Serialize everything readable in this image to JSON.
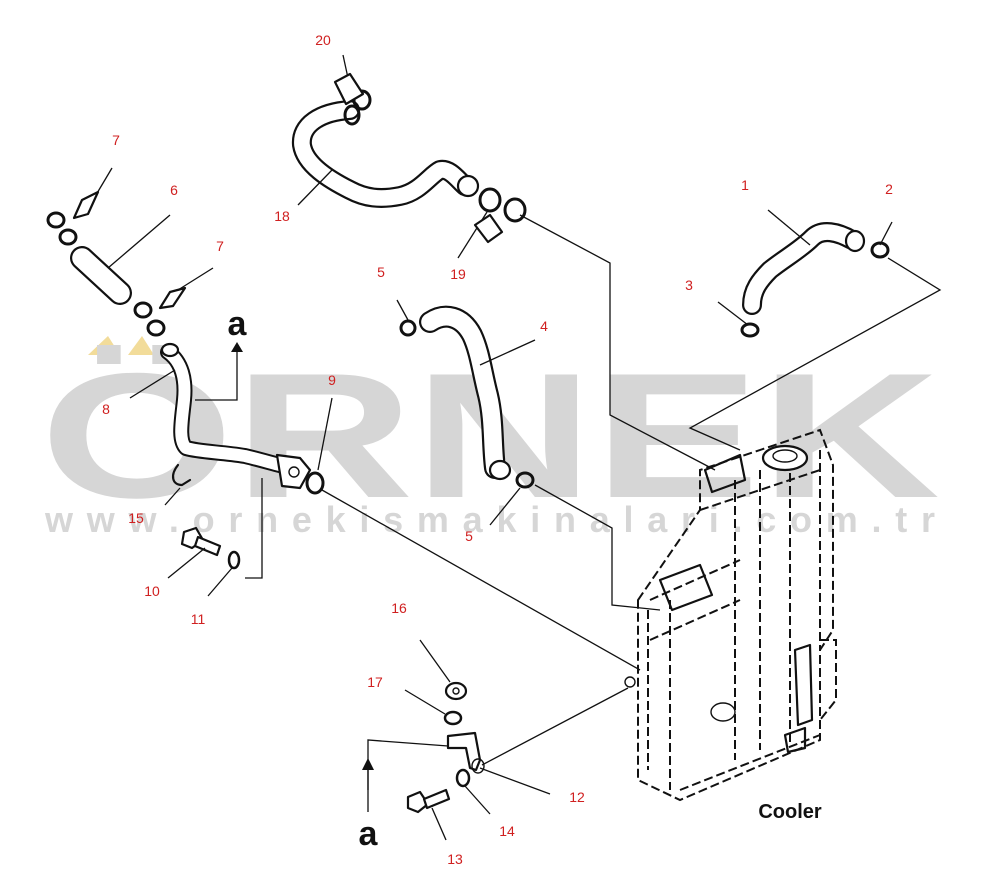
{
  "watermark": {
    "brand": "ÖRNEK",
    "url": "www.ornekismakinalari.com.tr",
    "color": "#d6d6d6",
    "accent_color": "#f2dc9a"
  },
  "diagram": {
    "caption": "Cooler",
    "view_marker": "a",
    "callouts": [
      "1",
      "2",
      "3",
      "4",
      "5",
      "5",
      "6",
      "7",
      "7",
      "8",
      "9",
      "10",
      "11",
      "12",
      "13",
      "14",
      "15",
      "16",
      "17",
      "18",
      "19",
      "20"
    ],
    "callout_color": "#d02020"
  }
}
